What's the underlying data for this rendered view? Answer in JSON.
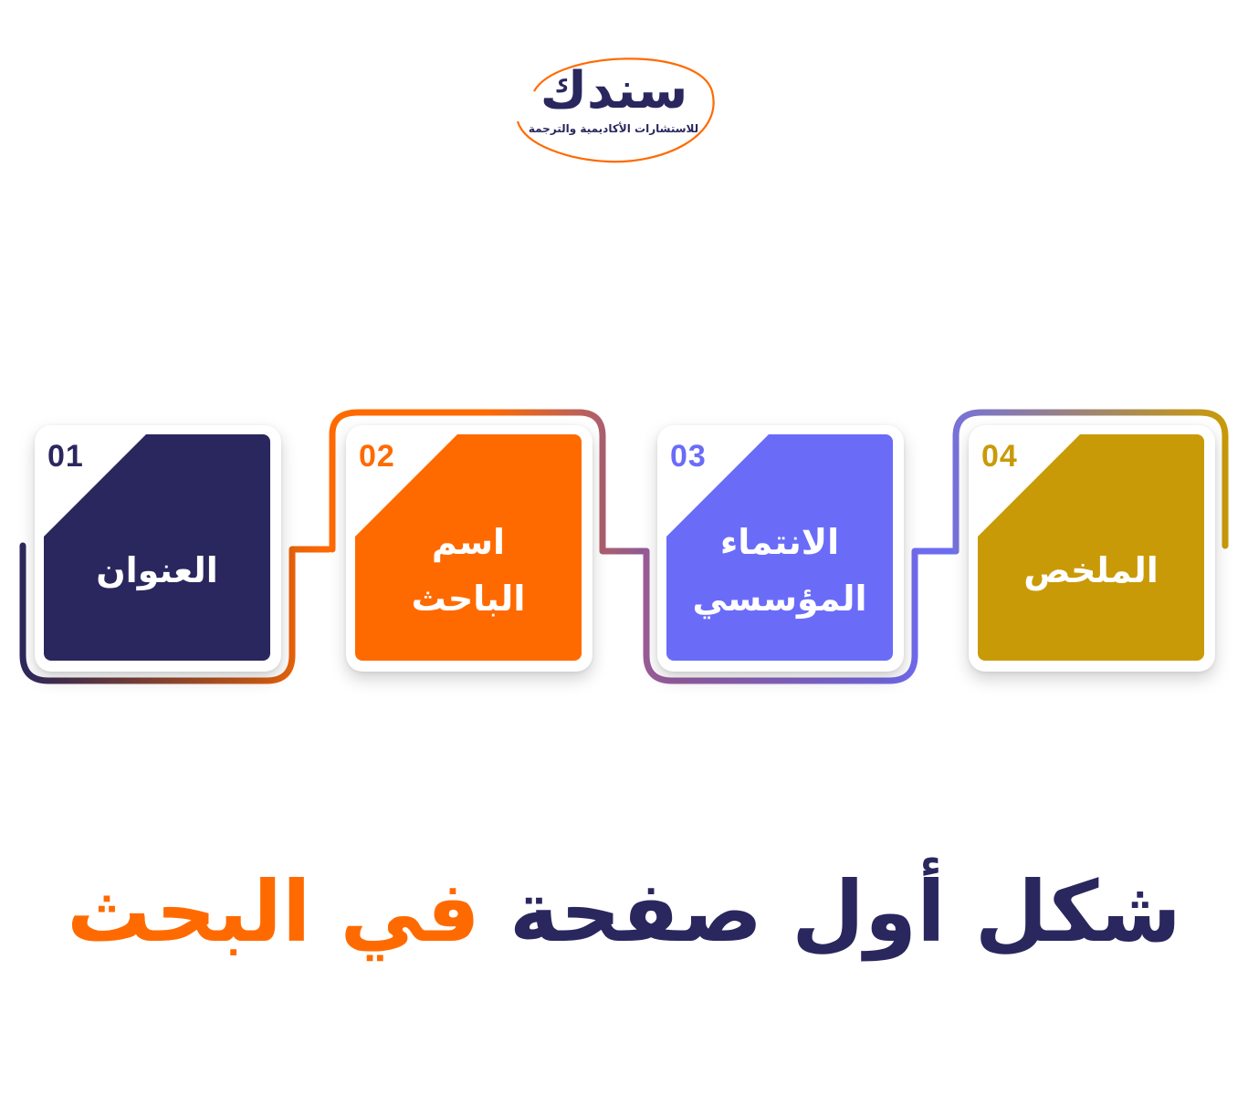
{
  "logo": {
    "word": "سندك",
    "subtitle": "للاستشارات الأكاديمية والترجمة"
  },
  "steps": [
    {
      "number": "01",
      "label": "العنوان",
      "color": "#2a275e"
    },
    {
      "number": "02",
      "label": "اسم\nالباحث",
      "color": "#ff6a00"
    },
    {
      "number": "03",
      "label": "الانتماء\nالمؤسسي",
      "color": "#6a6cf8"
    },
    {
      "number": "04",
      "label": "الملخص",
      "color": "#c99a08"
    }
  ],
  "title": {
    "part1": "شكل أول صفحة",
    "part2": "في البحث",
    "color1": "#2a275e",
    "color2": "#ff6a00"
  },
  "colors": {
    "navy": "#2a275e",
    "orange": "#ff6a00",
    "periwinkle": "#6a6cf8",
    "gold": "#c99a08"
  }
}
